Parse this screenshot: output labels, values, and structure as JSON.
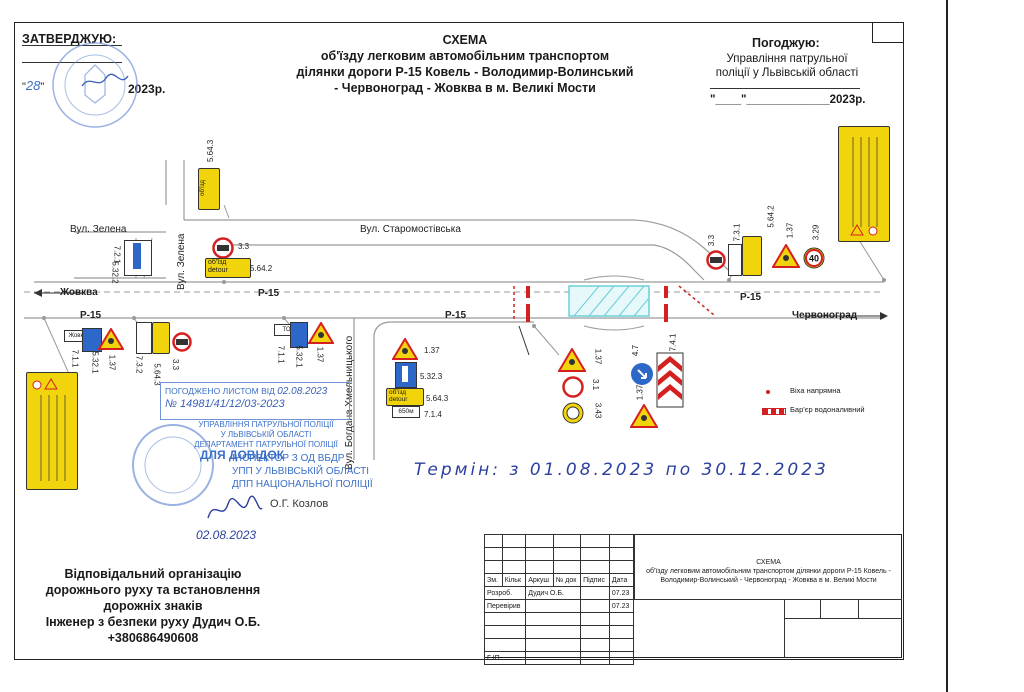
{
  "header": {
    "approve": "ЗАТВЕРДЖУЮ:",
    "approve_date_prefix": "\"",
    "approve_date_day": "28",
    "approve_date_sep": "\"",
    "approve_year": "2023р.",
    "title_line1": "СХЕМА",
    "title_line2": "об'їзду легковим автомобільним транспортом",
    "title_line3": "ділянки дороги Р-15 Ковель - Володимир-Волинський",
    "title_line4": "- Червоноград - Жовква в м. Великі Мости",
    "agree": "Погоджую:",
    "agree_org_line1": "Управління патрульної",
    "agree_org_line2": "поліції у Львівській області",
    "agree_date": "\"____\"_____________2023р."
  },
  "streets": {
    "zelena_top": "Вул. Зелена",
    "zelena_vertical": "Вул. Зелена",
    "staromostyska": "Вул. Старомостівська",
    "khmelnytskoho": "Вул. Богдана Хмельницького",
    "zhovkva": "Жовква",
    "chervonohrad": "Червоноград",
    "r15_a": "Р-15",
    "r15_b": "Р-15",
    "r15_c": "Р-15",
    "r15_d": "Р-15"
  },
  "signs": {
    "s564_3_top": "5.64.3",
    "s33_a": "3.3",
    "s564_2_a": "5.64.2",
    "s721": "7.2.1",
    "s5322_a": "5.32.2",
    "s33_b": "3.3",
    "s731": "7.3.1",
    "s564_2_b": "5.64.2",
    "s137_a": "1.37",
    "s329": "3.29",
    "s711_a": "7.1.1",
    "s5321": "5.32.1",
    "s137_b": "1.37",
    "s732": "7.3.2",
    "s5643_a": "5.64.3",
    "s33_c": "3.3",
    "s711_b": "7.1.1",
    "s5321_b": "5.32.1",
    "s137_c": "1.37",
    "s137_d": "1.37",
    "s5323": "5.32.3",
    "s5643_b": "5.64.3",
    "s714": "7.1.4",
    "s137_e": "1.37",
    "s31": "3.1",
    "s343": "3.43",
    "s47": "4.7",
    "s741": "7.4.1",
    "s137_f": "1.37",
    "detour_ua": "об'їзд",
    "detour_en": "detour",
    "speed40": "40",
    "dist650": "650м",
    "zhovkva_label": "Жовква",
    "tom_label": "ТОМ"
  },
  "legend": {
    "milestone": "Віха напрямна",
    "barrier": "Бар'єр водоналивний"
  },
  "stamps": {
    "agreed_line1": "ПОГОДЖЕНО ЛИСТОМ ВІД",
    "agreed_date": "02.08.2023",
    "agreed_number": "№ 14981/41/12/03-2023",
    "police_line1": "УПРАВЛІННЯ ПАТРУЛЬНОЇ ПОЛІЦІЇ",
    "police_line2": "У ЛЬВІВСЬКІЙ ОБЛАСТІ",
    "police_line3": "ДЕПАРТАМЕНТ ПАТРУЛЬНОЇ ПОЛІЦІЇ",
    "docs": "ДЛЯ ДОВІДОК",
    "inspector": "ІНСПЕКТОР З ОД ВБДР",
    "inspector2": "УПП У ЛЬВІВСЬКІЙ ОБЛАСТІ",
    "inspector3": "ДПП НАЦІОНАЛЬНОЇ ПОЛІЦІЇ",
    "name": "О.Г. Козлов",
    "sign_date": "02.08.2023"
  },
  "term": "Термін: з 01.08.2023 по 30.12.2023",
  "responsible": {
    "line1": "Відповідальний організацію",
    "line2": "дорожнього руху та встановлення",
    "line3": "дорожніх знаків",
    "line4": "Інженер з безпеки руху Дудич О.Б.",
    "phone": "+380686490608"
  },
  "titleblock": {
    "col_zm": "Зм.",
    "col_kilk": "Кільк",
    "col_arkush": "Аркуш",
    "col_ndok": "№ док",
    "col_pidpys": "Підпис",
    "col_data": "Дата",
    "row1_role": "Розроб.",
    "row1_name": "Дудич О.Б.",
    "row1_date": "07.23",
    "row2_role": "Перевірив",
    "row2_date": "07.23",
    "gip": "Г ІП",
    "title_line1": "СХЕМА",
    "title_line2": "об'їзду легковим автомобільним транспортом ділянки дороги Р-15 Ковель -",
    "title_line3": "Володимир-Волинський - Червоноград - Жовква в м. Великі Мости"
  },
  "colors": {
    "sign_yellow": "#f2d40c",
    "stamp_blue": "#3a6fc9",
    "road_line": "#9a9a9a",
    "barrier_red": "#d42020",
    "zone_cyan": "#6ad0d8"
  }
}
